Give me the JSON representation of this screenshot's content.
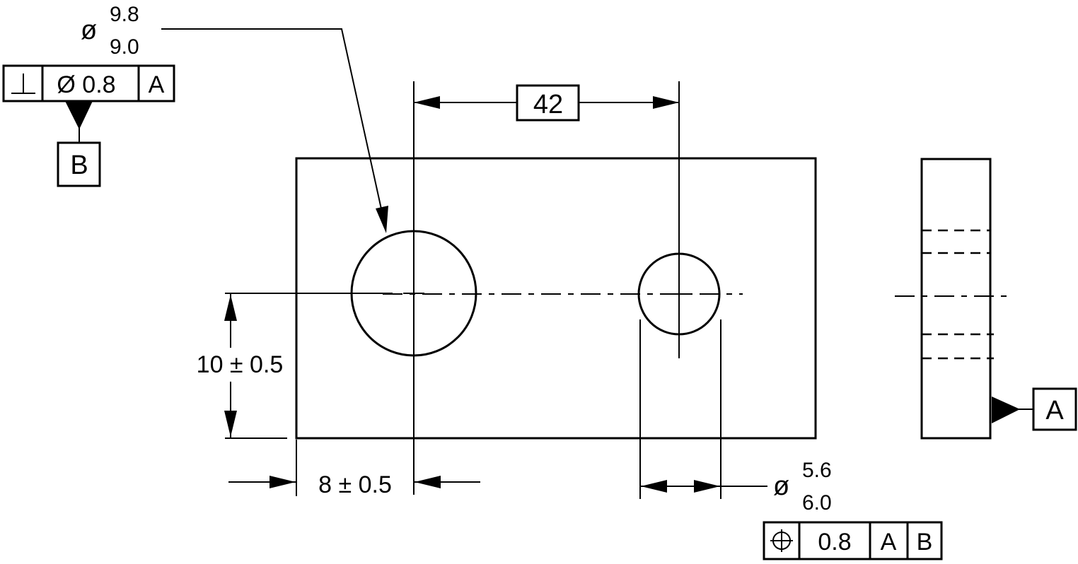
{
  "large_hole": {
    "diameter_symbol": "ø",
    "upper_limit": "9.8",
    "lower_limit": "9.0",
    "perpendicularity_frame": {
      "symbol": "⊥",
      "tolerance": "Ø 0.8",
      "datum": "A"
    },
    "datum_label": "B"
  },
  "hole_spacing": "42",
  "vertical_dimension": "10 ± 0.5",
  "horizontal_dimension": "8 ± 0.5",
  "small_hole": {
    "diameter_symbol": "ø",
    "upper_limit": "5.6",
    "lower_limit": "6.0",
    "position_frame": {
      "symbol": "⌖",
      "tolerance": "0.8",
      "datum_primary": "A",
      "datum_secondary": "B"
    }
  },
  "side_view_datum": "A"
}
